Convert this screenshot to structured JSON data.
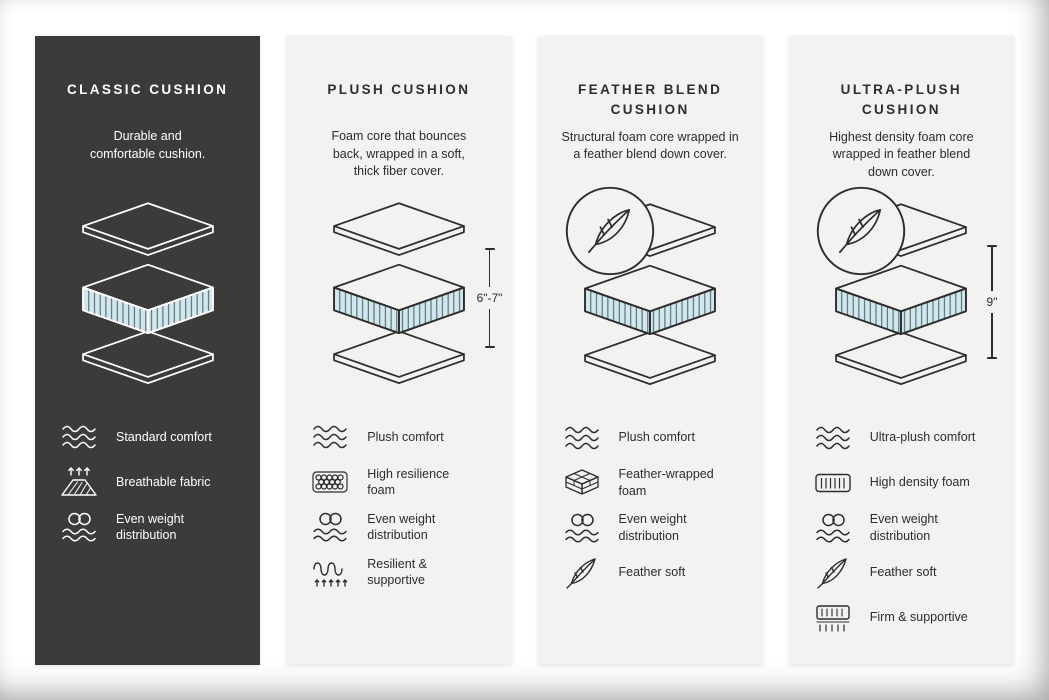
{
  "colors": {
    "dark_card_bg": "#3b3b3a",
    "light_card_bg": "#f2f2f0",
    "foam_fill": "#cfe7ed",
    "foam_stripe": "#47555b",
    "text_dark": "#2e2d2c",
    "text_light": "#ffffff"
  },
  "cards": [
    {
      "id": "classic",
      "title": "CLASSIC CUSHION",
      "description": "Durable and\ncomfortable cushion.",
      "measurement": "",
      "feather_badge": false,
      "features": [
        {
          "icon": "wave-icon",
          "label": "Standard comfort"
        },
        {
          "icon": "breathable-icon",
          "label": "Breathable fabric"
        },
        {
          "icon": "weight-distribution-icon",
          "label": "Even weight\ndistribution"
        }
      ]
    },
    {
      "id": "plush",
      "title": "PLUSH CUSHION",
      "description": "Foam core that bounces\nback, wrapped in a soft,\nthick fiber cover.",
      "measurement": "6\"-7\"",
      "feather_badge": false,
      "features": [
        {
          "icon": "wave-icon",
          "label": "Plush comfort"
        },
        {
          "icon": "foam-cells-icon",
          "label": "High resilience\nfoam"
        },
        {
          "icon": "weight-distribution-icon",
          "label": "Even weight\ndistribution"
        },
        {
          "icon": "spring-icon",
          "label": "Resilient &\nsupportive"
        }
      ]
    },
    {
      "id": "feather-blend",
      "title": "FEATHER BLEND\nCUSHION",
      "description": "Structural foam core wrapped in\na feather blend down cover.",
      "measurement": "",
      "feather_badge": true,
      "features": [
        {
          "icon": "wave-icon",
          "label": "Plush comfort"
        },
        {
          "icon": "feather-wrapped-foam-icon",
          "label": "Feather-wrapped\nfoam"
        },
        {
          "icon": "weight-distribution-icon",
          "label": "Even weight\ndistribution"
        },
        {
          "icon": "feather-icon",
          "label": "Feather soft"
        }
      ]
    },
    {
      "id": "ultra-plush",
      "title": "ULTRA-PLUSH\nCUSHION",
      "description": "Highest density foam core\nwrapped in feather blend\ndown cover.",
      "measurement": "9\"",
      "feather_badge": true,
      "features": [
        {
          "icon": "wave-icon",
          "label": "Ultra-plush comfort"
        },
        {
          "icon": "high-density-foam-icon",
          "label": "High density foam"
        },
        {
          "icon": "weight-distribution-icon",
          "label": "Even weight\ndistribution"
        },
        {
          "icon": "feather-icon",
          "label": "Feather soft"
        },
        {
          "icon": "firm-supportive-icon",
          "label": "Firm & supportive"
        }
      ]
    }
  ]
}
